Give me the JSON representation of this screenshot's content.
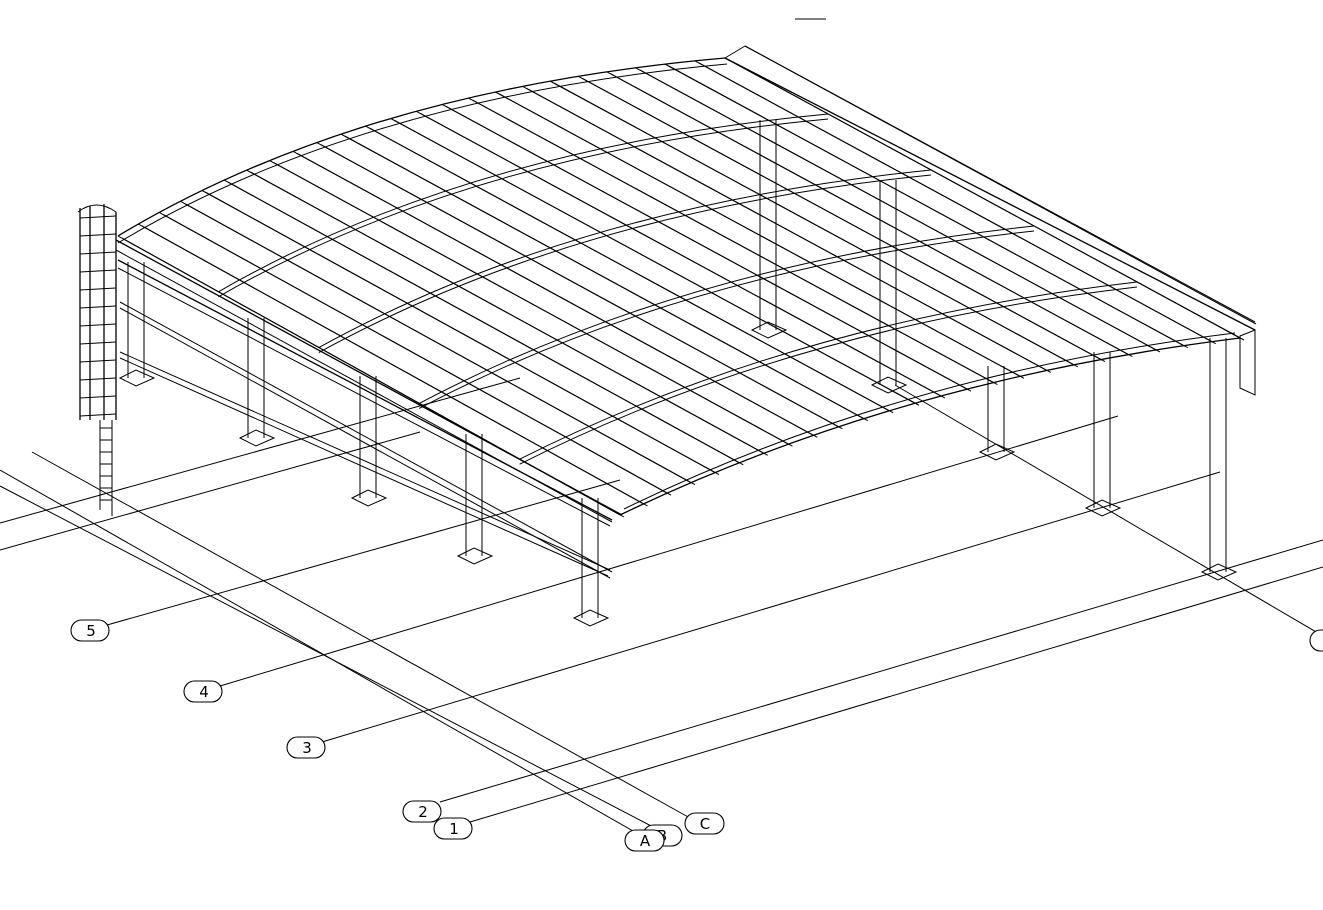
{
  "grid_axes": {
    "numbered": [
      {
        "id": "axis-1",
        "label": "1"
      },
      {
        "id": "axis-2",
        "label": "2"
      },
      {
        "id": "axis-3",
        "label": "3"
      },
      {
        "id": "axis-4",
        "label": "4"
      },
      {
        "id": "axis-5",
        "label": "5"
      }
    ],
    "lettered": [
      {
        "id": "axis-a",
        "label": "A"
      },
      {
        "id": "axis-b",
        "label": "B"
      },
      {
        "id": "axis-c",
        "label": "C"
      }
    ]
  },
  "colors": {
    "line": "#000000",
    "background": "#ffffff"
  }
}
